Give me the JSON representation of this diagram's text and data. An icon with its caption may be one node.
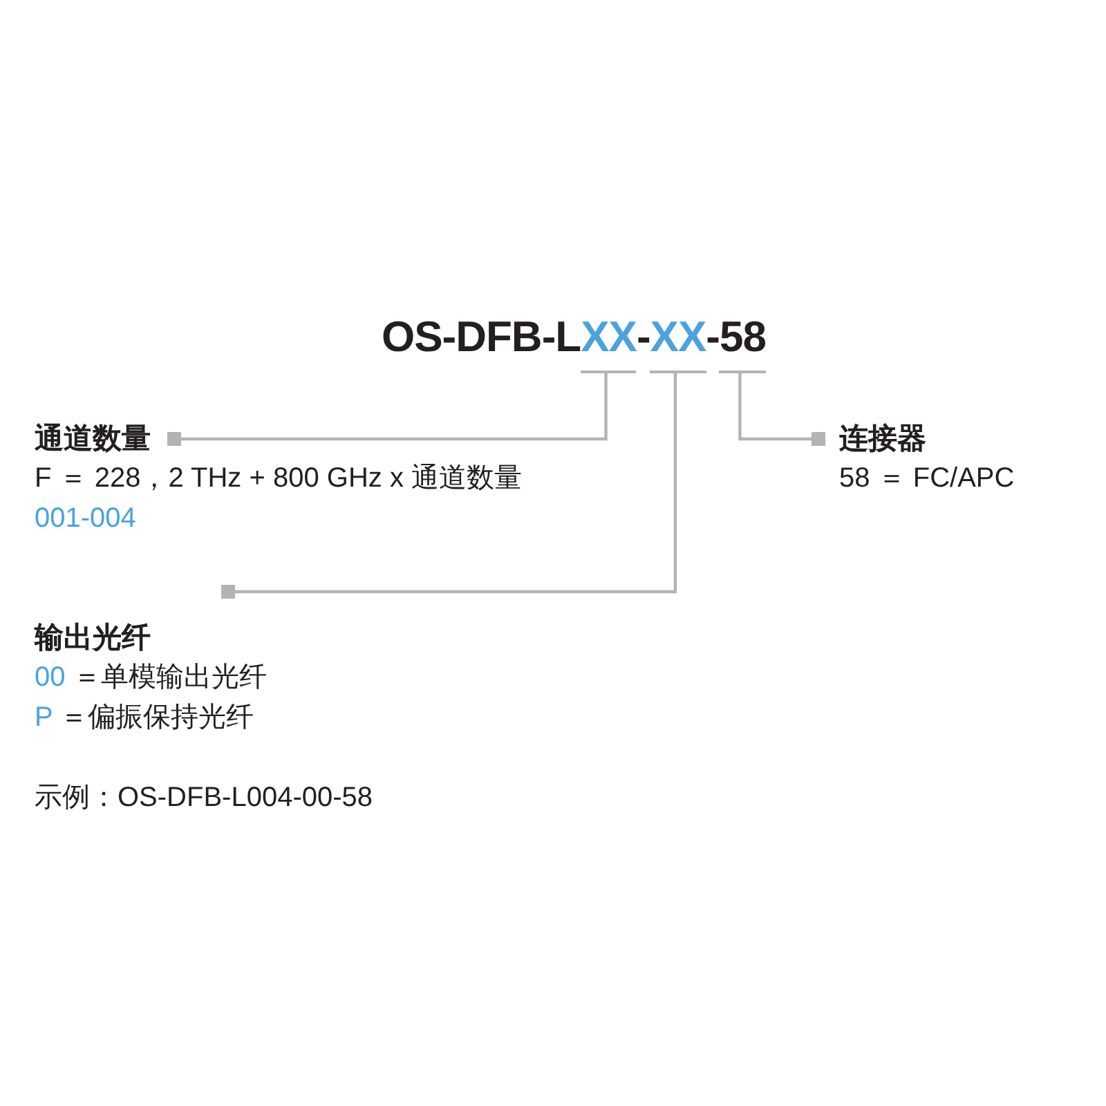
{
  "diagram": {
    "nodes": [
      {
        "text": [
          "XX"
        ]
      },
      {
        "text": [
          "XX"
        ]
      },
      {
        "text": [
          "58"
        ]
      },
      {
        "text": [
          "通道数量",
          "F ＝ 228，2 THz + 800 GHz x 通道数量",
          "001-004"
        ]
      },
      {
        "text": [
          "输出光纤",
          "00 ＝单模输出光纤",
          "P ＝偏振保持光纤"
        ]
      },
      {
        "text": [
          "连接器",
          "58 ＝ FC/APC"
        ]
      }
    ],
    "edges": [
      {
        "from": 0,
        "to": 3,
        "arrow": "other"
      },
      {
        "from": 1,
        "to": 4,
        "arrow": "other"
      },
      {
        "from": 2,
        "to": 5,
        "arrow": "other"
      }
    ],
    "labels": [
      "OS-DFB-L",
      "-",
      "-",
      "示例：OS-DFB-L004-00-58"
    ]
  }
}
